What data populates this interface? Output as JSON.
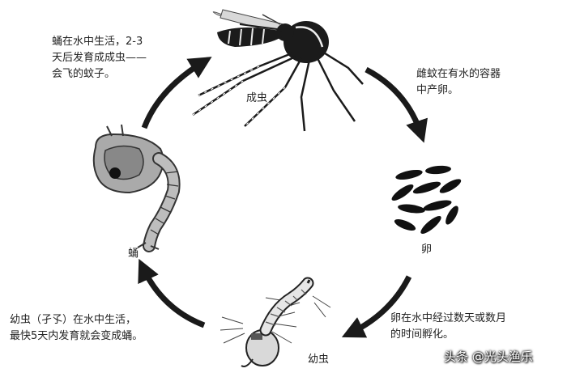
{
  "stages": {
    "adult": {
      "label": "成虫"
    },
    "egg": {
      "label": "卵"
    },
    "larva": {
      "label": "幼虫"
    },
    "pupa": {
      "label": "蛹"
    }
  },
  "descriptions": {
    "pupa_to_adult": [
      "蛹在水中生活，2-3",
      "天后发育成成虫——",
      "会飞的蚊子。"
    ],
    "adult_to_egg": [
      "雌蚊在有水的容器",
      "中产卵。"
    ],
    "egg_to_larva": [
      "卵在水中经过数天或数月",
      "的时间孵化。"
    ],
    "larva_to_pupa": [
      "幼虫（孑孓）在水中生活，",
      "最快5天内发育就会变成蛹。"
    ]
  },
  "watermark": "头条 @光头渔乐"
}
